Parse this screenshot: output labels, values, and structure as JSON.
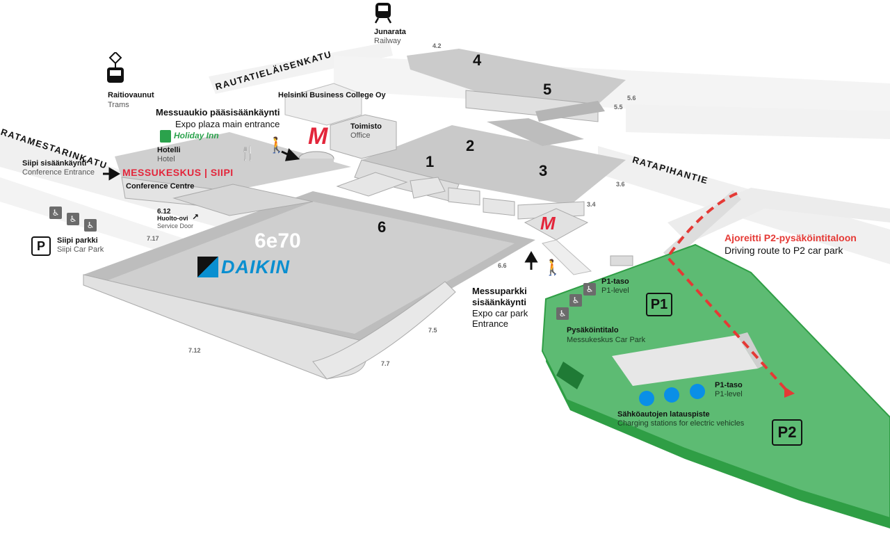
{
  "streets": {
    "ratamestarinkatu": "RATAMESTARINKATU",
    "rautatielaisenkatu": "RAUTATIELÄISENKATU",
    "ratapihantie": "RATAPIHANTIE"
  },
  "transport": {
    "trams_fi": "Raitiovaunut",
    "trams_en": "Trams",
    "railway_fi": "Junarata",
    "railway_en": "Railway"
  },
  "buildings": {
    "business_college": "Helsinki Business College Oy",
    "office_fi": "Toimisto",
    "office_en": "Office",
    "hotel_logo": "Holiday Inn",
    "hotel_fi": "Hotelli",
    "hotel_en": "Hotel",
    "siipi_logo": "MESSUKESKUS | SIIPI",
    "conference_centre": "Conference Centre",
    "sponsor_text": "6e70",
    "sponsor_logo": "DAIKIN",
    "metro_symbol": "M"
  },
  "entrances": {
    "main_fi": "Messuaukio pääsisäänkäynti",
    "main_en": "Expo plaza main entrance",
    "siipi_fi": "Siipi sisäänkäynti",
    "siipi_en": "Conference Entrance",
    "service_num": "6.12",
    "service_fi": "Huolto-ovi",
    "service_en": "Service Door",
    "carpark_fi_1": "Messuparkki",
    "carpark_fi_2": "sisäänkäynti",
    "carpark_en_1": "Expo car park",
    "carpark_en_2": "Entrance"
  },
  "halls": [
    "1",
    "2",
    "3",
    "4",
    "5",
    "6"
  ],
  "door_numbers": {
    "d42": "4.2",
    "d55": "5.5",
    "d56": "5.6",
    "d36": "3.6",
    "d34": "3.4",
    "d66": "6.6",
    "d75": "7.5",
    "d77": "7.7",
    "d712": "7.12",
    "d717": "7.17"
  },
  "parking": {
    "siipi_symbol": "P",
    "siipi_fi": "Siipi parkki",
    "siipi_en": "Siipi Car Park",
    "p1_badge": "P1",
    "p2_badge": "P2",
    "p1_level_fi": "P1-taso",
    "p1_level_en": "P1-level",
    "carpark_fi": "Pysäköintitalo",
    "carpark_en": "Messukeskus Car Park",
    "charging_fi": "Sähköautojen latauspiste",
    "charging_en": "Charging stations for electric vehicles",
    "route_fi": "Ajoreitti P2-pysäköintitaloon",
    "route_en": "Driving route to P2 car park"
  },
  "colors": {
    "building": "#cfcfcf",
    "building_dark": "#a9a9a9",
    "green_park": "#5dbb73",
    "green_dark": "#2f9e45",
    "route_red": "#e53935",
    "siipi_red": "#e3263b",
    "daikin_blue": "#0a8fd0",
    "charging_blue": "#0a8fe6"
  }
}
